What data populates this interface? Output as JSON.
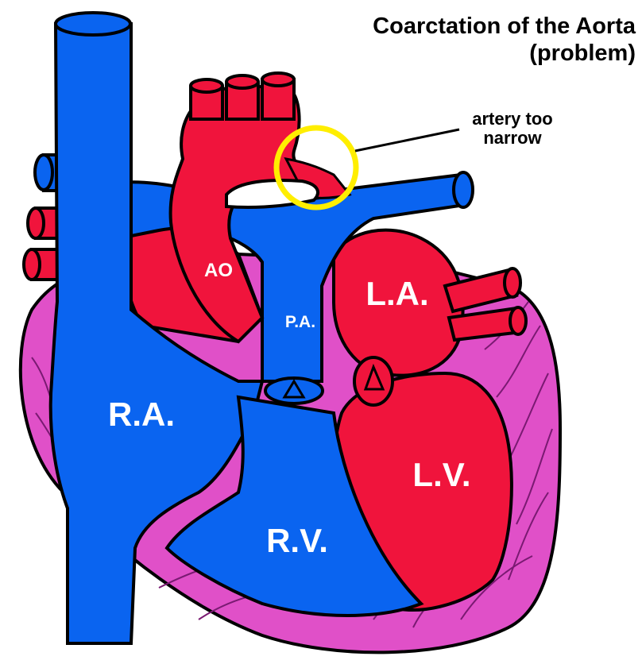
{
  "title": {
    "line1": "Coarctation of the Aorta",
    "line2": "(problem)"
  },
  "callout": {
    "line1": "artery too",
    "line2": "narrow",
    "marker_color": "#ffee00"
  },
  "labels": {
    "aorta": "AO",
    "pulmonary_artery": "P.A.",
    "left_atrium": "L.A.",
    "right_atrium": "R.A.",
    "left_ventricle": "L.V.",
    "right_ventricle": "R.V."
  },
  "colors": {
    "deoxygenated_blue": "#0a64f0",
    "oxygenated_red": "#f0143c",
    "heart_muscle_pink": "#e050c8",
    "outline": "#000000"
  }
}
